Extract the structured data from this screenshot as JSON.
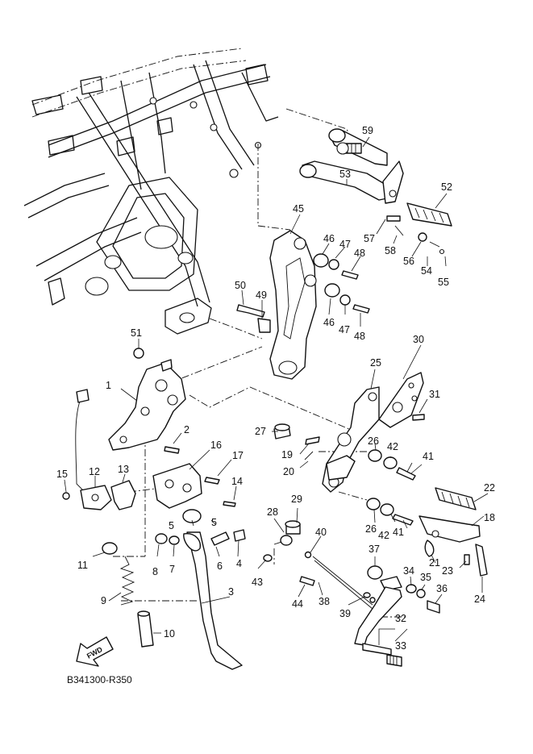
{
  "diagram_code": "B341300-R350",
  "fwd_label": "FWD",
  "callouts": [
    {
      "id": "c1",
      "text": "1"
    },
    {
      "id": "c2",
      "text": "2"
    },
    {
      "id": "c3",
      "text": "3"
    },
    {
      "id": "c4",
      "text": "4"
    },
    {
      "id": "c5a",
      "text": "5"
    },
    {
      "id": "c5b",
      "text": "5"
    },
    {
      "id": "c6",
      "text": "6"
    },
    {
      "id": "c7",
      "text": "7"
    },
    {
      "id": "c8",
      "text": "8"
    },
    {
      "id": "c9",
      "text": "9"
    },
    {
      "id": "c10",
      "text": "10"
    },
    {
      "id": "c11",
      "text": "11"
    },
    {
      "id": "c12",
      "text": "12"
    },
    {
      "id": "c13",
      "text": "13"
    },
    {
      "id": "c14",
      "text": "14"
    },
    {
      "id": "c15",
      "text": "15"
    },
    {
      "id": "c16",
      "text": "16"
    },
    {
      "id": "c17",
      "text": "17"
    },
    {
      "id": "c18",
      "text": "18"
    },
    {
      "id": "c19",
      "text": "19"
    },
    {
      "id": "c20",
      "text": "20"
    },
    {
      "id": "c21",
      "text": "21"
    },
    {
      "id": "c22",
      "text": "22"
    },
    {
      "id": "c23",
      "text": "23"
    },
    {
      "id": "c24",
      "text": "24"
    },
    {
      "id": "c25",
      "text": "25"
    },
    {
      "id": "c26a",
      "text": "26"
    },
    {
      "id": "c26b",
      "text": "26"
    },
    {
      "id": "c27",
      "text": "27"
    },
    {
      "id": "c28",
      "text": "28"
    },
    {
      "id": "c29",
      "text": "29"
    },
    {
      "id": "c30",
      "text": "30"
    },
    {
      "id": "c31",
      "text": "31"
    },
    {
      "id": "c32",
      "text": "32"
    },
    {
      "id": "c33",
      "text": "33"
    },
    {
      "id": "c34",
      "text": "34"
    },
    {
      "id": "c35",
      "text": "35"
    },
    {
      "id": "c36",
      "text": "36"
    },
    {
      "id": "c37",
      "text": "37"
    },
    {
      "id": "c38",
      "text": "38"
    },
    {
      "id": "c39",
      "text": "39"
    },
    {
      "id": "c40",
      "text": "40"
    },
    {
      "id": "c41a",
      "text": "41"
    },
    {
      "id": "c41b",
      "text": "41"
    },
    {
      "id": "c42a",
      "text": "42"
    },
    {
      "id": "c42b",
      "text": "42"
    },
    {
      "id": "c43",
      "text": "43"
    },
    {
      "id": "c44",
      "text": "44"
    },
    {
      "id": "c45",
      "text": "45"
    },
    {
      "id": "c46a",
      "text": "46"
    },
    {
      "id": "c46b",
      "text": "46"
    },
    {
      "id": "c47a",
      "text": "47"
    },
    {
      "id": "c47b",
      "text": "47"
    },
    {
      "id": "c48a",
      "text": "48"
    },
    {
      "id": "c48b",
      "text": "48"
    },
    {
      "id": "c49",
      "text": "49"
    },
    {
      "id": "c50",
      "text": "50"
    },
    {
      "id": "c51",
      "text": "51"
    },
    {
      "id": "c52",
      "text": "52"
    },
    {
      "id": "c53",
      "text": "53"
    },
    {
      "id": "c54",
      "text": "54"
    },
    {
      "id": "c55",
      "text": "55"
    },
    {
      "id": "c56",
      "text": "56"
    },
    {
      "id": "c57",
      "text": "57"
    },
    {
      "id": "c58",
      "text": "58"
    },
    {
      "id": "c59",
      "text": "59"
    }
  ]
}
